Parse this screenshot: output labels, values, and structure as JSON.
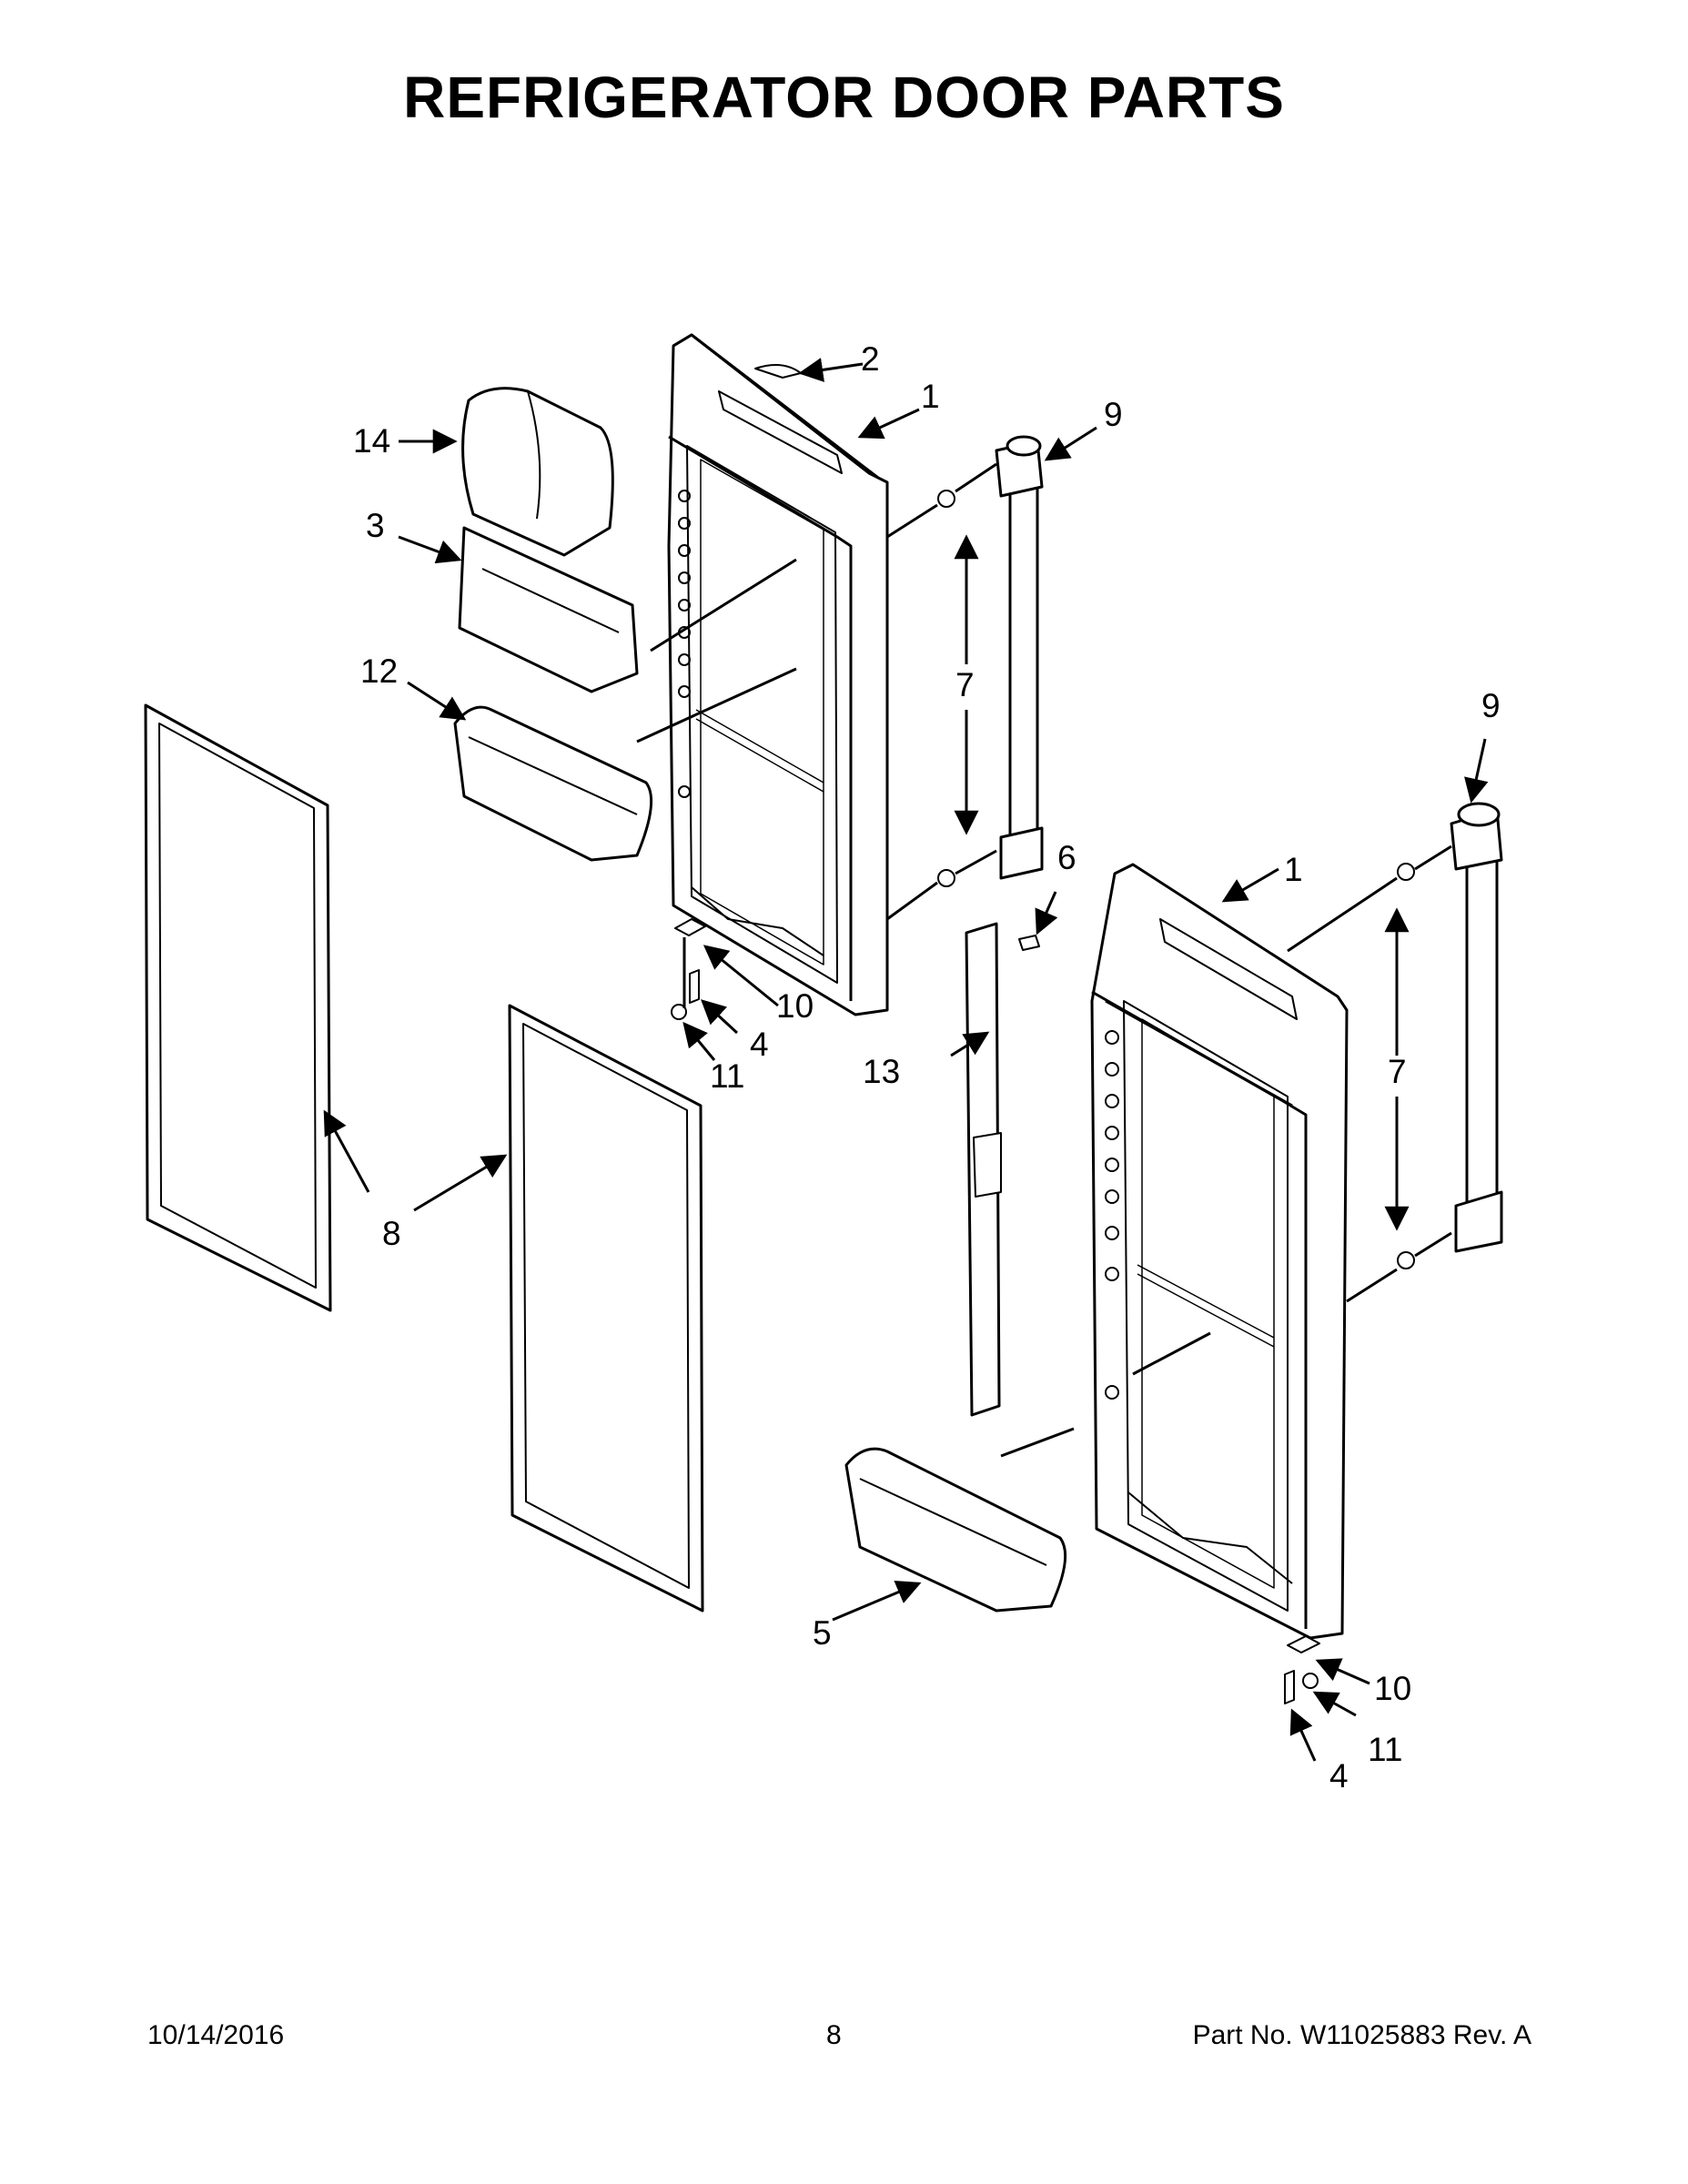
{
  "title": "REFRIGERATOR DOOR PARTS",
  "callouts": {
    "c1_left": "1",
    "c1_right": "1",
    "c2": "2",
    "c3": "3",
    "c4_left": "4",
    "c4_right": "4",
    "c5": "5",
    "c6": "6",
    "c7_left": "7",
    "c7_right": "7",
    "c8": "8",
    "c9_left": "9",
    "c9_right": "9",
    "c10_left": "10",
    "c10_right": "10",
    "c11_left": "11",
    "c11_right": "11",
    "c12": "12",
    "c13": "13",
    "c14": "14"
  },
  "footer": {
    "date": "10/14/2016",
    "page": "8",
    "part_no": "Part No.  W11025883   Rev.  A"
  }
}
